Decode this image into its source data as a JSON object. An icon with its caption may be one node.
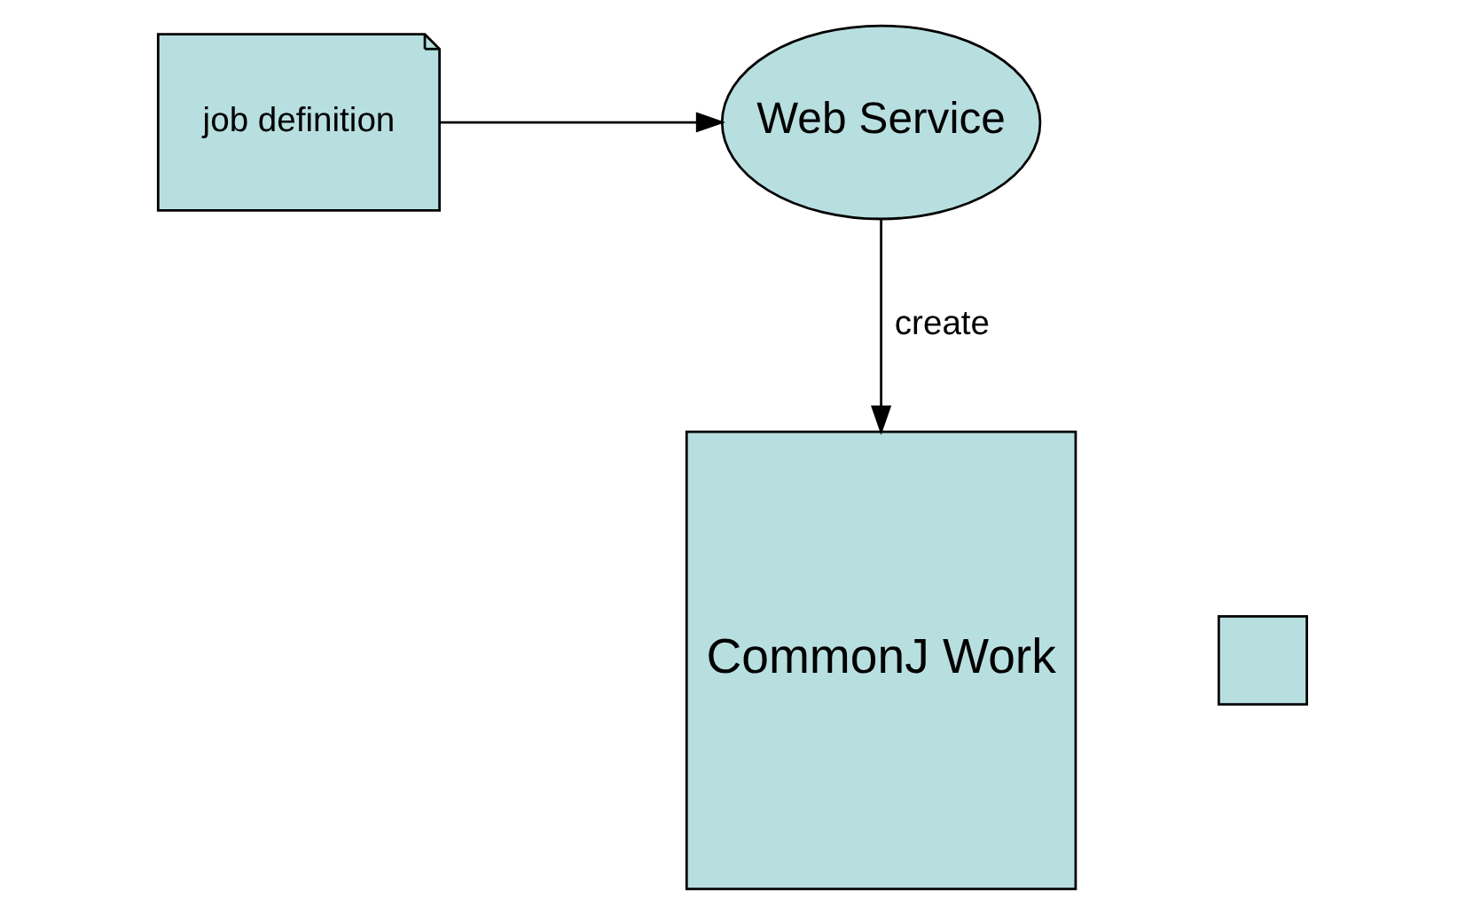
{
  "diagram": {
    "nodes": [
      {
        "text": [
          "job definition"
        ]
      },
      {
        "text": [
          "Web Service"
        ]
      },
      {
        "text": [],
        "shape": "box"
      },
      {
        "text": [
          "CommonJ Work"
        ]
      }
    ],
    "edges": [
      {
        "from": 0,
        "to": 1,
        "arrow": "to"
      },
      {
        "from": 1,
        "to": 3,
        "arrow": "to",
        "label": "create"
      }
    ]
  }
}
